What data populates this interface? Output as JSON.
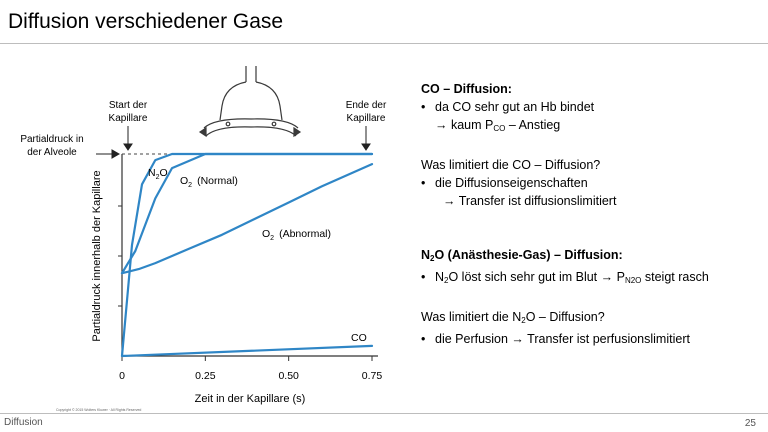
{
  "header": {
    "title": "Diffusion verschiedener Gase"
  },
  "footer": {
    "section": "Diffusion",
    "page": "25"
  },
  "diagram": {
    "labels": {
      "start": [
        "Start der",
        "Kapillare"
      ],
      "end": [
        "Ende der",
        "Kapillare"
      ],
      "alveole": [
        "Partialdruck in",
        "der Alveole"
      ],
      "yaxis": "Partialdruck innerhalb der Kapillare",
      "xaxis": "Zeit in der Kapillare (s)",
      "n2o": [
        "N",
        "2",
        "O"
      ],
      "o2_normal": [
        "O",
        "2",
        "(Normal)"
      ],
      "o2_abnormal": [
        "O",
        "2",
        "(Abnormal)"
      ],
      "co": "CO",
      "copyright": "Copyright © 2015 Wolters Kluwer · All Rights Reserved"
    }
  },
  "chart_data": {
    "type": "line",
    "xlabel": "Zeit in der Kapillare (s)",
    "ylabel": "Partialdruck innerhalb der Kapillare",
    "xlim": [
      0,
      0.75
    ],
    "x_ticks": [
      "0",
      "0.25",
      "0.50",
      "0.75"
    ],
    "ylim": [
      0,
      1
    ],
    "series": [
      {
        "name": "N2O",
        "x": [
          0,
          0.03,
          0.06,
          0.1,
          0.15,
          0.75
        ],
        "y": [
          0,
          0.55,
          0.85,
          0.97,
          1.0,
          1.0
        ]
      },
      {
        "name": "O2 (Normal)",
        "x": [
          0,
          0.04,
          0.1,
          0.15,
          0.25,
          0.75
        ],
        "y": [
          0.41,
          0.52,
          0.78,
          0.93,
          1.0,
          1.0
        ]
      },
      {
        "name": "O2 (Abnormal)",
        "x": [
          0,
          0.05,
          0.1,
          0.2,
          0.3,
          0.4,
          0.5,
          0.6,
          0.75
        ],
        "y": [
          0.41,
          0.43,
          0.46,
          0.53,
          0.6,
          0.68,
          0.76,
          0.84,
          0.95
        ]
      },
      {
        "name": "CO",
        "x": [
          0,
          0.75
        ],
        "y": [
          0,
          0.05
        ]
      }
    ]
  },
  "notes": {
    "co_head": "CO – Diffusion:",
    "co_b1": "da CO sehr gut an Hb bindet",
    "co_b2_pre": "→ kaum P",
    "co_b2_sub": "CO",
    "co_b2_post": " – Anstieg",
    "co_q": "Was limitiert die CO – Diffusion?",
    "co_a1": "die Diffusionseigenschaften",
    "co_a2": "→ Transfer ist diffusionslimitiert",
    "n2o_head_pre": "N",
    "n2o_head_sub": "2",
    "n2o_head_post": "O (Anästhesie-Gas) – Diffusion:",
    "n2o_b1_pre": "N",
    "n2o_b1_sub": "2",
    "n2o_b1_mid": "O löst sich sehr gut im Blut → P",
    "n2o_b1_sub2": "N2O",
    "n2o_b1_post": " steigt rasch",
    "n2o_q_pre": "Was limitiert die N",
    "n2o_q_sub": "2",
    "n2o_q_post": "O – Diffusion?",
    "n2o_a1": "die Perfusion → Transfer ist perfusionslimitiert",
    "bullet": "•"
  }
}
